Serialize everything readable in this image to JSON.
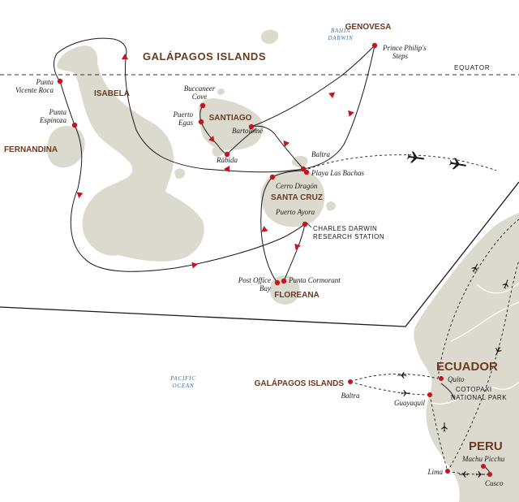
{
  "title": "GALÁPAGOS ISLANDS",
  "equator_label": "EQUATOR",
  "water": {
    "bahia_line1": "BAHÍA",
    "bahia_line2": "DARWIN",
    "pacific_line1": "PACIFIC",
    "pacific_line2": "OCEAN"
  },
  "islands": {
    "genovesa": "GENOVESA",
    "isabela": "ISABELA",
    "fernandina": "FERNANDINA",
    "santiago": "SANTIAGO",
    "santa_cruz": "SANTA CRUZ",
    "floreana": "FLOREANA"
  },
  "places": {
    "prince_philips_1": "Prince Philip's",
    "prince_philips_2": "Steps",
    "punta_vicente_1": "Punta",
    "punta_vicente_2": "Vicente Roca",
    "punta_espinoza_1": "Punta",
    "punta_espinoza_2": "Espinoza",
    "buccaneer_1": "Buccaneer",
    "buccaneer_2": "Cove",
    "puerto_egas_1": "Puerto",
    "puerto_egas_2": "Egas",
    "bartolome": "Bartolomé",
    "rabida": "Rábida",
    "baltra": "Baltra",
    "playa_bachas": "Playa Las Bachas",
    "cerro_dragon": "Cerro Dragón",
    "puerto_ayora": "Puerto Ayora",
    "post_office_1": "Post Office",
    "post_office_2": "Bay",
    "punta_cormorant": "Punta Cormorant",
    "cdrs_1": "CHARLES DARWIN",
    "cdrs_2": "RESEARCH STATION"
  },
  "mainland": {
    "galapagos_label": "GALÁPAGOS ISLANDS",
    "baltra": "Baltra",
    "ecuador": "ECUADOR",
    "quito": "Quito",
    "cotopaxi_1": "COTOPAXI",
    "cotopaxi_2": "NATIONAL PARK",
    "guayaquil": "Guayaquil",
    "peru": "PERU",
    "machu_picchu": "Machu Picchu",
    "lima": "Lima",
    "cusco": "Cusco"
  },
  "colors": {
    "land": "#dcd9cf",
    "route": "#1a1a1a",
    "stop": "#c4161c",
    "label_brown": "#6b3a1f",
    "water_blue": "#3a6ea5"
  },
  "icons": [
    "airplane-icon",
    "route-arrow-icon",
    "stop-marker-icon"
  ]
}
